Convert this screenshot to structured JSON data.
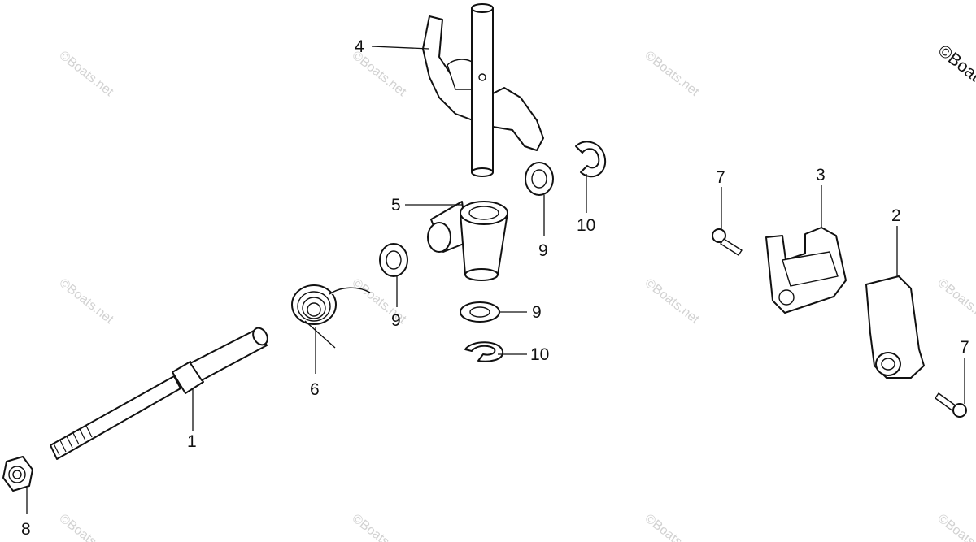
{
  "watermark": "©Boats.net",
  "watermark_edge": "©Boats",
  "callouts": [
    "1",
    "2",
    "3",
    "4",
    "5",
    "6",
    "7",
    "7",
    "8",
    "9",
    "9",
    "9",
    "10",
    "10"
  ]
}
